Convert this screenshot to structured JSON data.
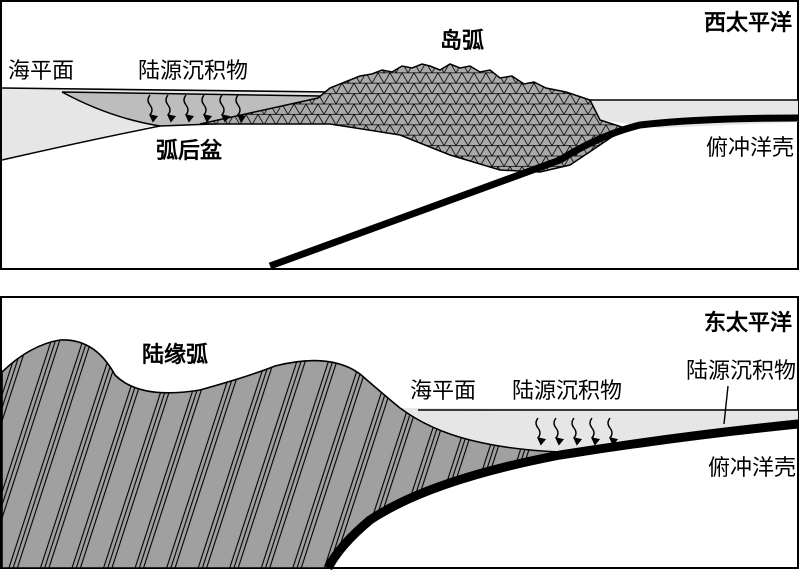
{
  "top_panel": {
    "title": "西太平洋",
    "sea_level": "海平面",
    "terrigenous_sediment": "陆源沉积物",
    "island_arc": "岛弧",
    "back_arc_basin": "弧后盆",
    "subducting_crust": "俯冲洋壳"
  },
  "bottom_panel": {
    "title": "东太平洋",
    "continental_arc": "陆缘弧",
    "sea_level": "海平面",
    "terrigenous_sediment_basin": "陆源沉积物",
    "terrigenous_sediment_trench": "陆源沉积物",
    "subducting_crust": "俯冲洋壳"
  },
  "colors": {
    "background": "#ffffff",
    "sea": "#e6e6e6",
    "sediment": "#bdbdbd",
    "arc_fill": "#a9a9a9",
    "line": "#000000"
  }
}
